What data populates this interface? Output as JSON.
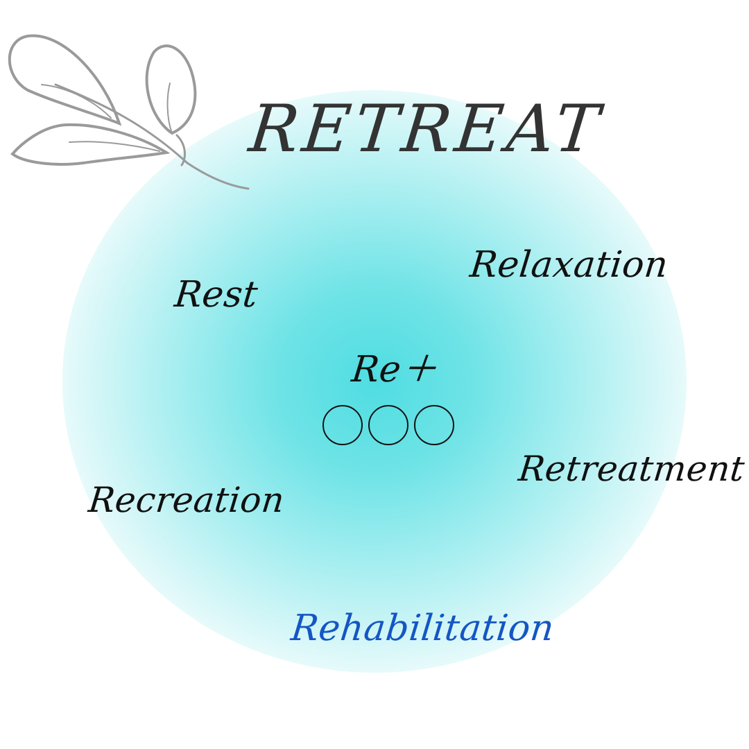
{
  "title": "RETREAT",
  "center_label": "Re＋",
  "words": {
    "rest": "Rest",
    "relaxation": "Relaxation",
    "retreatment": "Retreatment",
    "recreation": "Recreation",
    "rehabilitation": "Rehabilitation"
  },
  "colors": {
    "glow": "#4fdde2",
    "text": "#111111",
    "title": "#333333",
    "accent": "#1556c4",
    "leaf": "#9a9a9a"
  },
  "icons": [
    "leaf-branch-icon",
    "circle-icon",
    "circle-icon",
    "circle-icon"
  ]
}
